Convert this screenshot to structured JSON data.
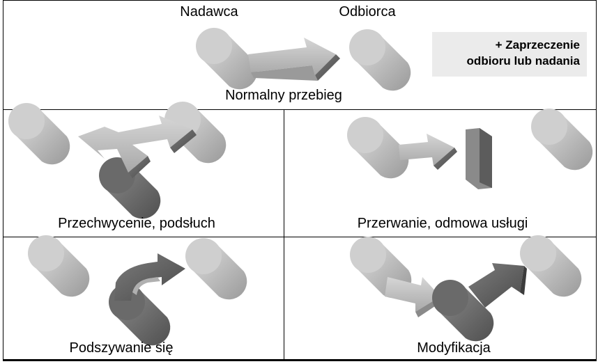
{
  "top": {
    "sender_label": "Nadawca",
    "receiver_label": "Odbiorca",
    "caption": "Normalny przebieg",
    "note_line1": "+ Zaprzeczenie",
    "note_line2": "odbioru lub nadania"
  },
  "panels": {
    "interception": {
      "caption": "Przechwycenie, podsłuch"
    },
    "interruption": {
      "caption": "Przerwanie, odmowa usługi"
    },
    "impersonation": {
      "caption": "Podszywanie się"
    },
    "modification": {
      "caption": "Modyfikacja"
    }
  },
  "colors": {
    "cylinder_light": "#c9c9c9",
    "cylinder_dark": "#7a7a7a",
    "arrow_light": "#c4c4c4",
    "arrow_dark": "#6e6e6e",
    "note_bg": "#ebebeb"
  }
}
